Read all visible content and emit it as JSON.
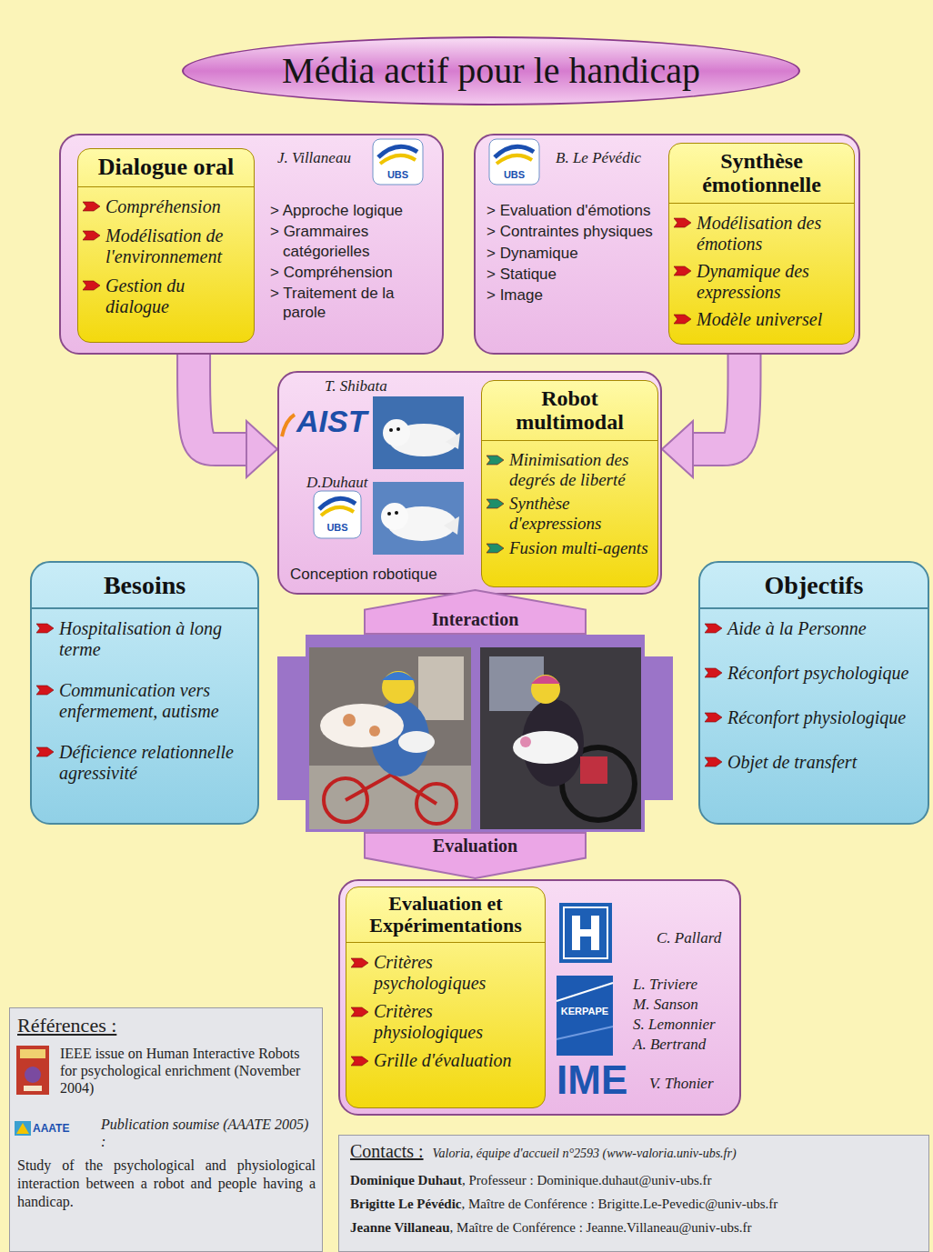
{
  "diagram": {
    "title": "Média actif pour le handicap",
    "nodes": [
      {
        "text": [
          "J. Villaneau",
          "> Approche logique",
          "> Grammaires catégorielles",
          "> Compréhension",
          "> Traitement de la parole"
        ]
      },
      {
        "text": [
          "Dialogue oral",
          "Compréhension",
          "Modélisation de l'environnement",
          "Gestion du dialogue"
        ],
        "in": 0
      },
      {
        "text": [
          "B. Le Pévédic",
          "> Evaluation d'émotions",
          "> Contraintes physiques",
          "> Dynamique",
          "> Statique",
          "> Image"
        ]
      },
      {
        "text": [
          "Synthèse émotionnelle",
          "Modélisation des émotions",
          "Dynamique des expressions",
          "Modèle universel"
        ],
        "in": 2
      },
      {
        "text": [
          "T. Shibata",
          "D.Duhaut",
          "Conception robotique"
        ]
      },
      {
        "text": [
          "Robot multimodal",
          "Minimisation des degrés de liberté",
          "Synthèse d'expressions",
          "Fusion multi-agents"
        ],
        "in": 4
      },
      {
        "text": [
          "Besoins",
          "Hospitalisation à long terme",
          "Communication vers enfermement, autisme",
          "Déficience relationnelle agressivité"
        ]
      },
      {
        "text": [
          "Interaction"
        ]
      },
      {
        "text": [
          "Objectifs",
          "Aide à la Personne",
          "Réconfort psychologique",
          "Réconfort physiologique",
          "Objet de transfert"
        ]
      },
      {
        "text": [
          "Evaluation"
        ]
      },
      {
        "text": [
          "C. Pallard",
          "L. Triviere",
          "M. Sanson",
          "S. Lemonnier",
          "A. Bertrand",
          "V. Thonier"
        ]
      },
      {
        "text": [
          "Evaluation et Expérimentations",
          "Critères psychologiques",
          "Critères physiologiques",
          "Grille d'évaluation"
        ],
        "in": 10
      },
      {
        "text": [
          "Références :",
          "IEEE issue on Human Interactive Robots for psychological enrichment (November 2004)",
          "Publication soumise (AAATE 2005) :",
          "Study of the psychological and physiological interaction between a robot and people having a handicap."
        ]
      },
      {
        "text": [
          "Contacts :",
          "Valoria, équipe d'accueil n°2593 (www-valoria.univ-ubs.fr)",
          "Dominique Duhaut",
          ", Professeur : Dominique.duhaut@univ-ubs.fr",
          "Brigitte Le Pévédic",
          ", Maître de Conférence : Brigitte.Le-Pevedic@univ-ubs.fr",
          "Jeanne Villaneau",
          ", Maître de Conférence : Jeanne.Villaneau@univ-ubs.fr"
        ]
      }
    ],
    "edges": [
      {
        "from": 0,
        "to": 4,
        "arrow": "to"
      },
      {
        "from": 2,
        "to": 4,
        "arrow": "to"
      }
    ],
    "labels": [
      "UBS",
      "UBS",
      "UBS",
      "AIST",
      "KERPAPE",
      "IME",
      "AAATE"
    ]
  }
}
